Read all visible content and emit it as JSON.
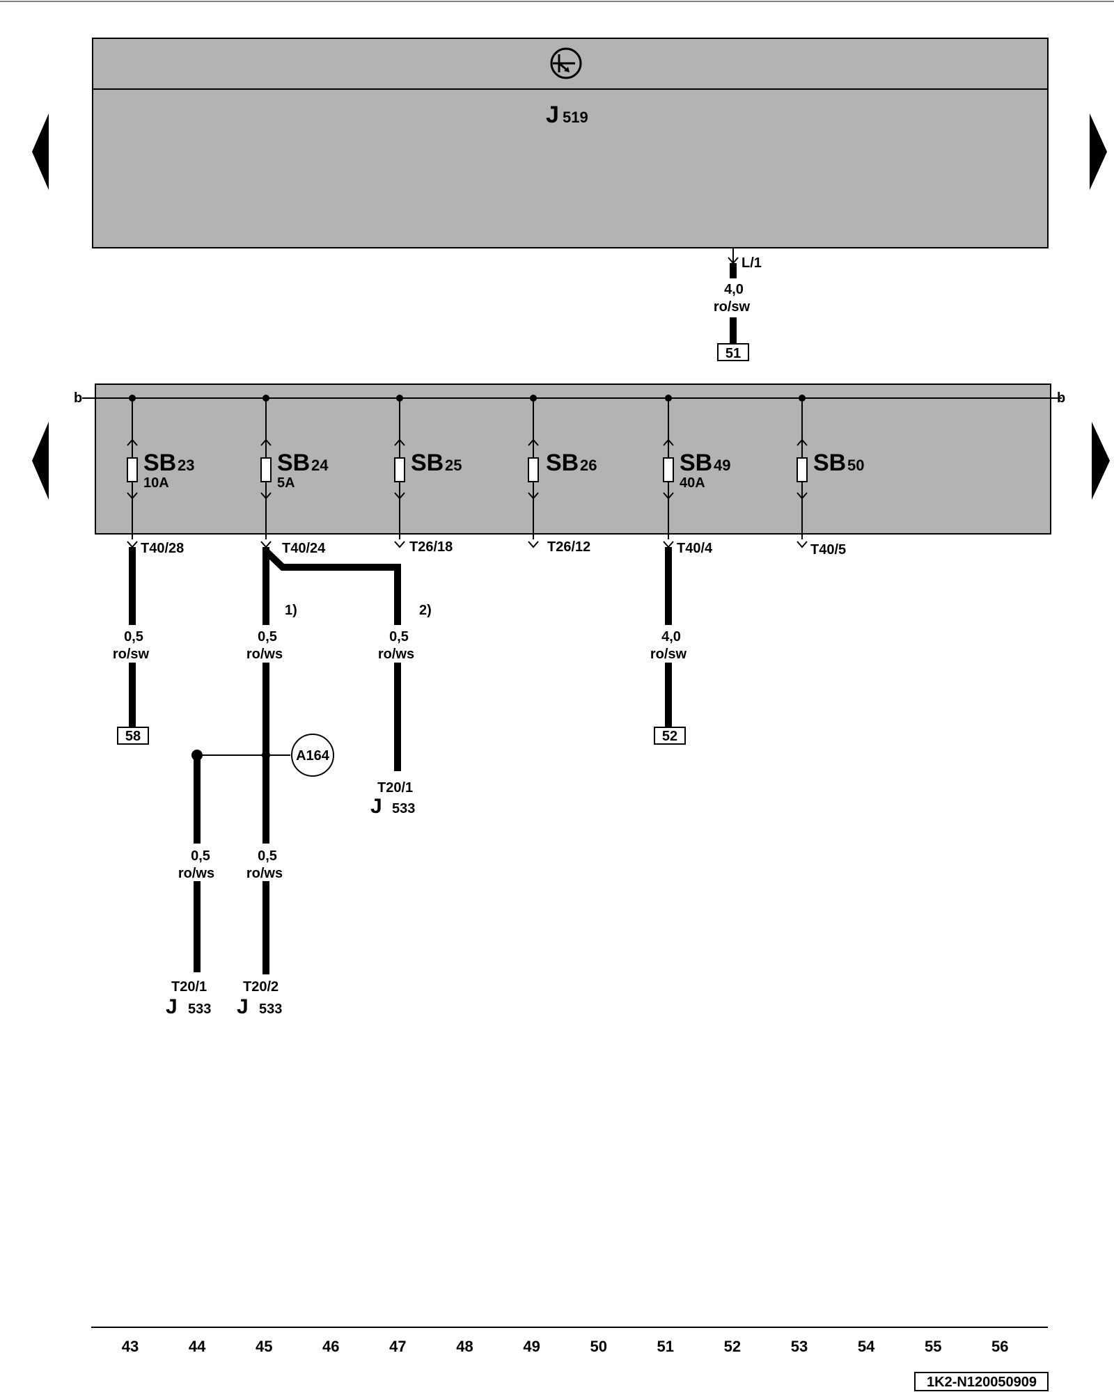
{
  "control_unit": {
    "name": "J",
    "sub": "519",
    "symbol": "transistor-symbol-icon"
  },
  "main_wire": {
    "terminal": "L/1",
    "gauge": "4,0",
    "color": "ro/sw",
    "ref": "51"
  },
  "bus_label": "b",
  "fuses": [
    {
      "name": "SB",
      "num": "23",
      "rating": "10A",
      "terminal": "T40/28"
    },
    {
      "name": "SB",
      "num": "24",
      "rating": "5A",
      "terminal": "T40/24"
    },
    {
      "name": "SB",
      "num": "25",
      "rating": "",
      "terminal": "T26/18"
    },
    {
      "name": "SB",
      "num": "26",
      "rating": "",
      "terminal": "T26/12"
    },
    {
      "name": "SB",
      "num": "49",
      "rating": "40A",
      "terminal": "T40/4"
    },
    {
      "name": "SB",
      "num": "50",
      "rating": "",
      "terminal": "T40/5"
    }
  ],
  "wires": {
    "w1": {
      "gauge": "0,5",
      "color": "ro/sw",
      "ref": "58"
    },
    "w2": {
      "gauge": "0,5",
      "color": "ro/ws",
      "note": "1)"
    },
    "w3": {
      "gauge": "0,5",
      "color": "ro/ws",
      "note": "2)",
      "terminal": "T20/1",
      "device": "J",
      "device_num": "533"
    },
    "w4": {
      "gauge": "4,0",
      "color": "ro/sw",
      "ref": "52"
    },
    "w5": {
      "gauge": "0,5",
      "color": "ro/ws",
      "terminal": "T20/1",
      "device": "J",
      "device_num": "533"
    },
    "w6": {
      "gauge": "0,5",
      "color": "ro/ws",
      "terminal": "T20/2",
      "device": "J",
      "device_num": "533"
    }
  },
  "connector": {
    "label": "A164"
  },
  "track_numbers": [
    "43",
    "44",
    "45",
    "46",
    "47",
    "48",
    "49",
    "50",
    "51",
    "52",
    "53",
    "54",
    "55",
    "56"
  ],
  "doc_id": "1K2-N120050909",
  "colors": {
    "panel": "#b3b3b3",
    "line": "#000000",
    "background": "#ffffff"
  }
}
